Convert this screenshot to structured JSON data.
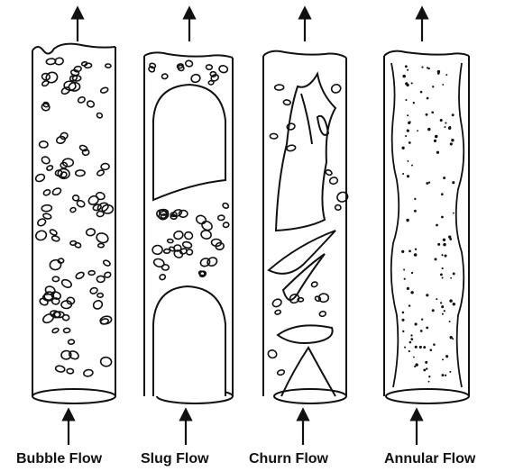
{
  "diagram": {
    "colors": {
      "stroke": "#111111",
      "background": "#ffffff"
    },
    "panels": [
      {
        "id": "bubble",
        "label": "Bubble Flow"
      },
      {
        "id": "slug",
        "label": "Slug Flow"
      },
      {
        "id": "churn",
        "label": "Churn Flow"
      },
      {
        "id": "annular",
        "label": "Annular Flow"
      }
    ]
  }
}
